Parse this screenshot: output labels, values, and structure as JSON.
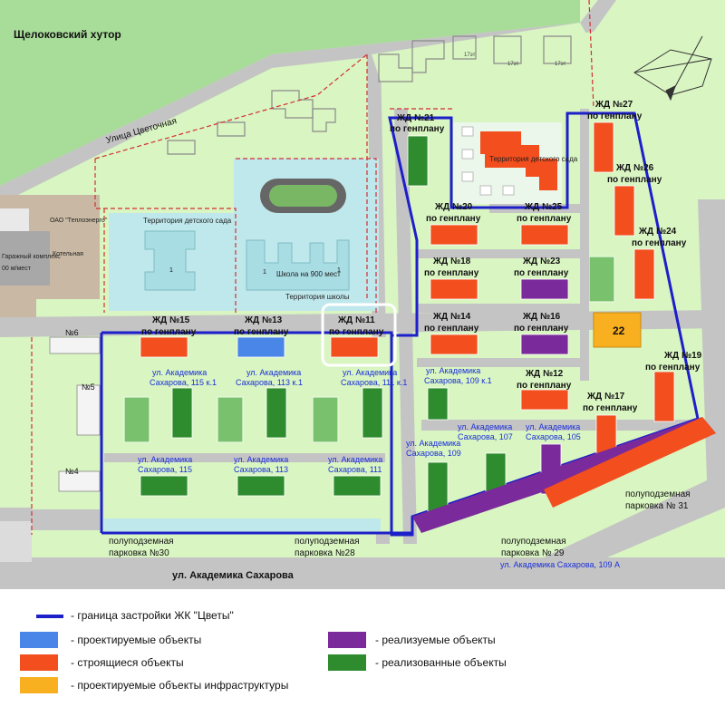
{
  "map": {
    "title_area": "Щелоковский хутор",
    "street_top": "Улица Цветочная",
    "street_bottom": "ул. Академика Сахарова",
    "kindergarten_top": "Территория детского сада",
    "kindergarten_left": "Территория детского сада",
    "school": "Школа на 900 мест",
    "school_territory": "Территория школы",
    "complex_left_1": "ОАО \"Теплоэнерго\"",
    "complex_left_2": "Котельная",
    "complex_left_3": "Гаражный комплекс",
    "complex_left_4": "00 м/мест",
    "label_17k_1": "17эт",
    "label_17k_2": "17эт",
    "label_17k_3": "17эт",
    "number_22": "22",
    "num_6": "№6",
    "num_5": "№5",
    "num_4": "№4",
    "num_1a": "1",
    "num_1b": "1",
    "num_1c": "1",
    "jd": {
      "d21a": "ЖД №21",
      "d21b": "по генплану",
      "d27a": "ЖД №27",
      "d27b": "по генплану",
      "d26a": "ЖД №26",
      "d26b": "по генплану",
      "d24a": "ЖД №24",
      "d24b": "по генплану",
      "d20a": "ЖД №20",
      "d20b": "по генплану",
      "d25a": "ЖД №25",
      "d25b": "по генплану",
      "d18a": "ЖД №18",
      "d18b": "по генплану",
      "d23a": "ЖД №23",
      "d23b": "по генплану",
      "d15a": "ЖД №15",
      "d15b": "по генплану",
      "d13a": "ЖД №13",
      "d13b": "по генплану",
      "d11a": "ЖД №11",
      "d11b": "по генплану",
      "d14a": "ЖД №14",
      "d14b": "по генплану",
      "d16a": "ЖД №16",
      "d16b": "по генплану",
      "d19a": "ЖД №19",
      "d19b": "по генплану",
      "d12a": "ЖД №12",
      "d12b": "по генплану",
      "d17a": "ЖД №17",
      "d17b": "по генплану"
    },
    "addr": {
      "a115k1a": "ул. Академика",
      "a115k1b": "Сахарова, 115 к.1",
      "a113k1a": "ул. Академика",
      "a113k1b": "Сахарова, 113 к.1",
      "a111k1a": "ул. Академика",
      "a111k1b": "Сахарова, 111 к.1",
      "a109k1a": "ул. Академика",
      "a109k1b": "Сахарова, 109 к.1",
      "a107a": "ул. Академика",
      "a107b": "Сахарова, 107",
      "a105a": "ул. Академика",
      "a105b": "Сахарова, 105",
      "a109a": "ул. Академика",
      "a109b": "Сахарова, 109",
      "a115a": "ул. Академика",
      "a115b": "Сахарова, 115",
      "a113a": "ул. Академика",
      "a113b": "Сахарова, 113",
      "a111a": "ул. Академика",
      "a111b": "Сахарова, 111",
      "a109A": "ул. Академика Сахарова, 109 А"
    },
    "parking": {
      "p31a": "полуподземная",
      "p31b": "парковка № 31",
      "p30a": "полуподземная",
      "p30b": "парковка №30",
      "p28a": "полуподземная",
      "p28b": "парковка №28",
      "p29a": "полуподземная",
      "p29b": "парковка № 29"
    }
  },
  "legend": {
    "boundary": "- граница застройки ЖК \"Цветы\"",
    "designed": "- проектируемые объекты",
    "under_construction": "- строящиеся объекты",
    "infrastructure": "- проектируемые объекты инфраструктуры",
    "being_realized": "- реализуемые объекты",
    "realized": "- реализованные объекты"
  },
  "colors": {
    "designed": "#4a86e8",
    "under_construction": "#f24e1e",
    "infrastructure": "#f8b021",
    "being_realized": "#7a2a9a",
    "realized": "#2e8b2e",
    "boundary": "#1d1fc9",
    "green_area": "#c8eeb0",
    "dark_green": "#9ed69a",
    "road": "#c4c4c4",
    "school_zone": "#bfe8ec"
  }
}
